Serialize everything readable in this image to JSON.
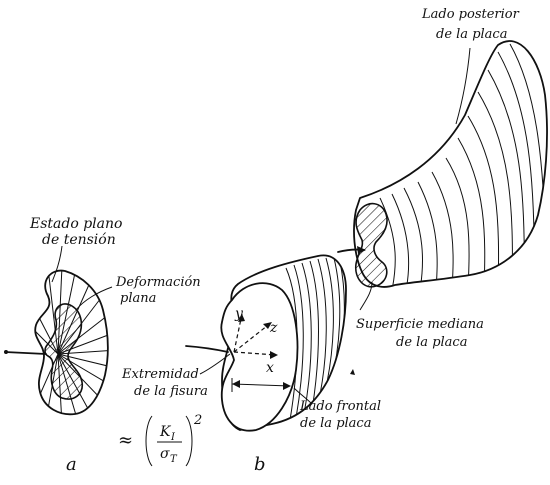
{
  "labels": {
    "estado_plano_line1": "Estado plano",
    "estado_plano_line2": "de tensión",
    "deformacion_line1": "Deformación",
    "deformacion_line2": "plana",
    "lado_posterior_line1": "Lado posterior",
    "lado_posterior_line2": "de la placa",
    "superficie_line1": "Superficie mediana",
    "superficie_line2": "de la placa",
    "extremidad_line1": "Extremidad",
    "extremidad_line2": "de la fisura",
    "lado_frontal_line1": "Lado frontal",
    "lado_frontal_line2": "de la placa",
    "axis_y": "y",
    "axis_z": "z",
    "axis_x": "x",
    "formula_approx": "≈",
    "formula_k": "K",
    "formula_k_sub": "I",
    "formula_sigma": "σ",
    "formula_sigma_sub": "T",
    "formula_exp": "2",
    "panel_a": "a",
    "panel_b": "b"
  }
}
